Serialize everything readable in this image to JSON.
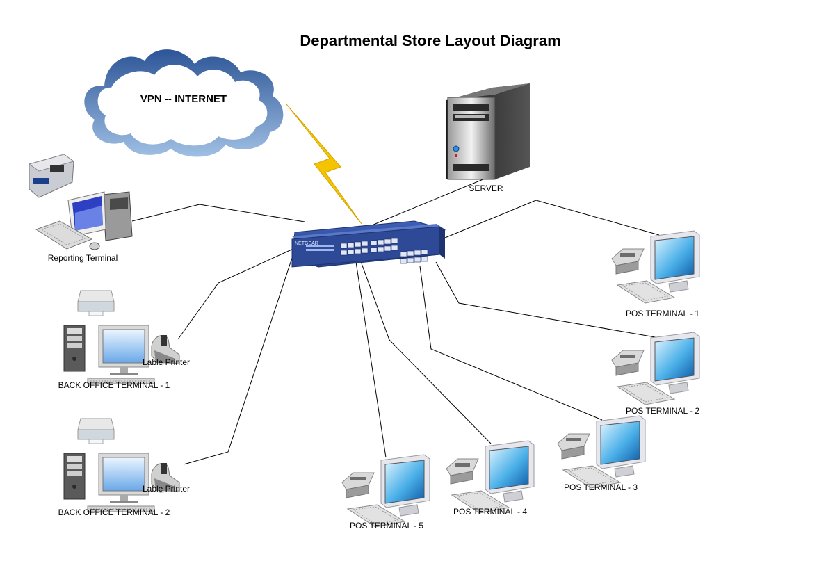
{
  "title": "Departmental Store Layout Diagram",
  "cloud": {
    "label": "VPN -- INTERNET"
  },
  "switch": {
    "brand": "NETGEAR"
  },
  "nodes": {
    "server": "SERVER",
    "reporting_terminal": "Reporting Terminal",
    "back_office_1": "BACK OFFICE TERMINAL - 1",
    "back_office_2": "BACK OFFICE TERMINAL - 2",
    "label_printer_1": "Lable Printer",
    "label_printer_2": "Lable Printer",
    "pos_1": "POS TERMINAL - 1",
    "pos_2": "POS TERMINAL - 2",
    "pos_3": "POS TERMINAL - 3",
    "pos_4": "POS TERMINAL - 4",
    "pos_5": "POS TERMINAL - 5"
  },
  "colors": {
    "switch_blue": "#2e4a96",
    "cloud_blue": "#4a6fb0",
    "lightning": "#f5c400",
    "monitor_screen": "#1e7ac8",
    "connector": "#000000"
  }
}
